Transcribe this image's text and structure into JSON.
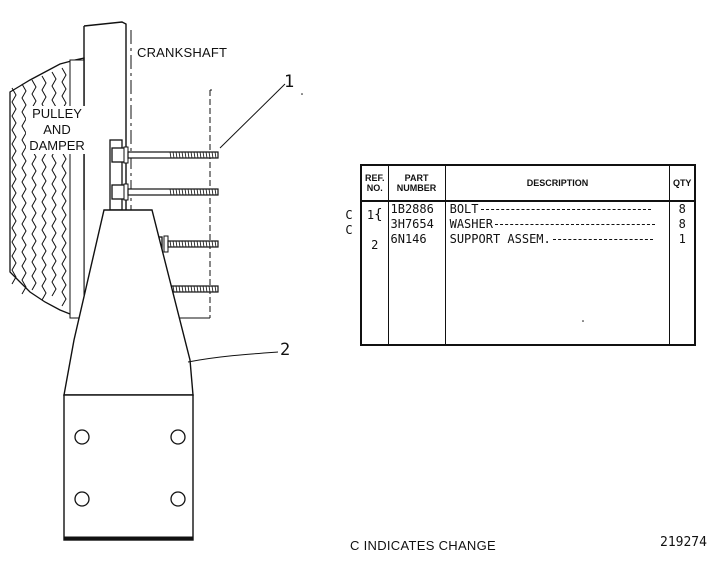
{
  "diagram": {
    "crankshaft_label": "CRANKSHAFT",
    "pulley_label_lines": [
      "PULLEY",
      "AND",
      "DAMPER"
    ],
    "callouts": [
      "1",
      "2"
    ]
  },
  "parts_table": {
    "headers": {
      "ref_no": "REF. NO.",
      "part_number": "PART NUMBER",
      "description": "DESCRIPTION",
      "qty": "QTY"
    },
    "rows": [
      {
        "change": "C",
        "ref": "1",
        "part_number": "1B2886",
        "description": "BOLT",
        "qty": "8"
      },
      {
        "change": "C",
        "ref": "",
        "part_number": "3H7654",
        "description": "WASHER",
        "qty": "8"
      },
      {
        "change": "",
        "ref": "2",
        "part_number": "6N146",
        "description": "SUPPORT ASSEM.",
        "qty": "1"
      }
    ]
  },
  "footer": {
    "change_note": "C INDICATES CHANGE",
    "figure_number": "219274"
  }
}
